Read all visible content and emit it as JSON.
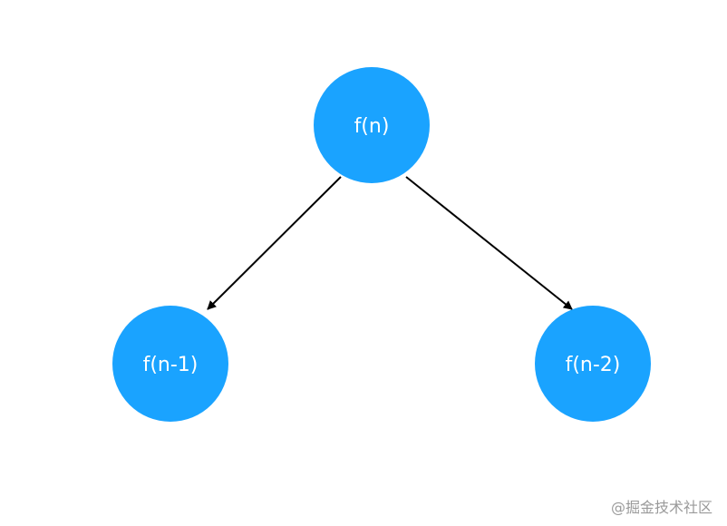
{
  "diagram": {
    "node_color": "#1aa3ff",
    "edge_color": "#000000",
    "nodes": [
      {
        "id": "root",
        "label": "f(n)"
      },
      {
        "id": "left",
        "label": "f(n-1)"
      },
      {
        "id": "right",
        "label": "f(n-2)"
      }
    ],
    "edges": [
      {
        "from": "root",
        "to": "left"
      },
      {
        "from": "root",
        "to": "right"
      }
    ]
  },
  "watermark": {
    "text": "@掘金技术社区"
  }
}
